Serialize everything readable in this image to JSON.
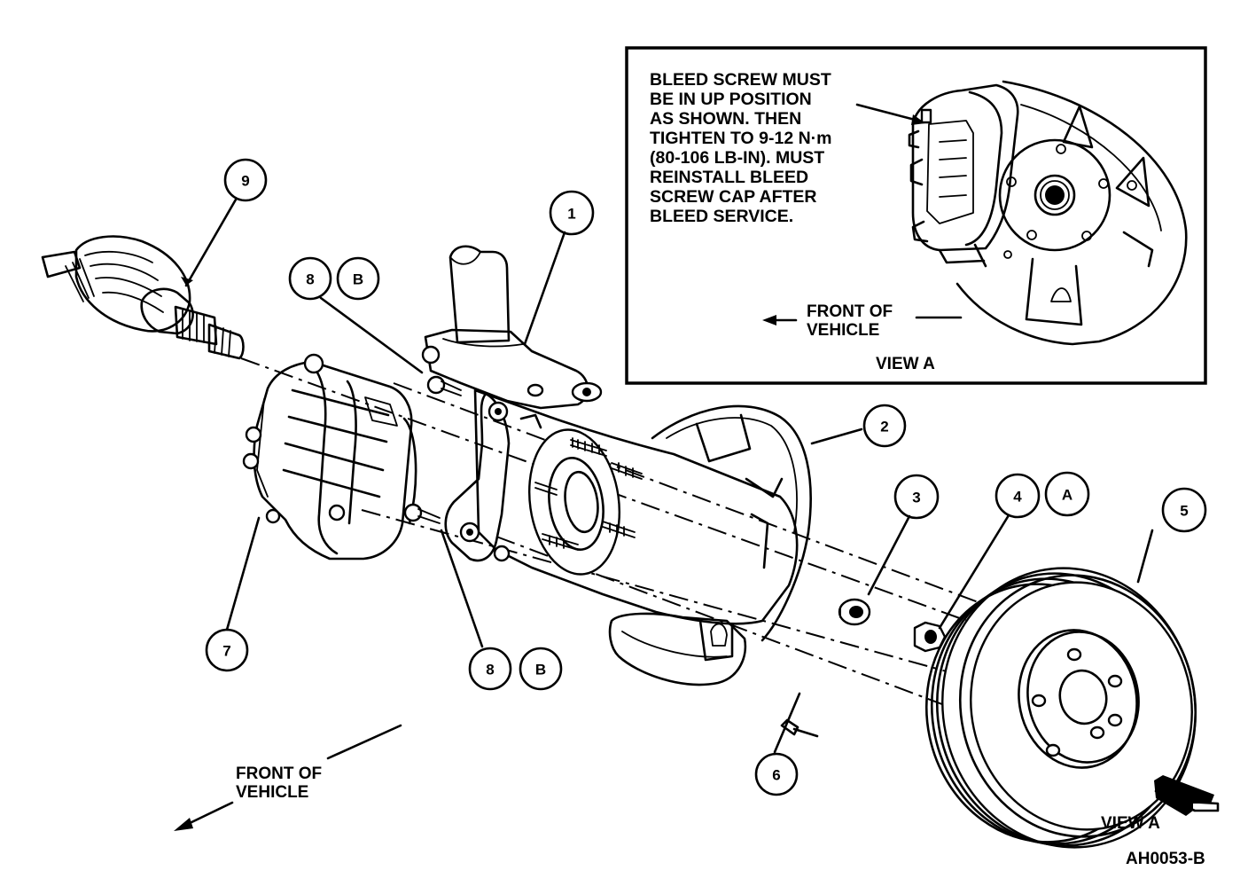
{
  "diagram": {
    "type": "exploded-parts-view",
    "subject": "Front wheel hub, knuckle and disc brake assembly",
    "figure_id": "AH0053-B",
    "front_of_vehicle_label": [
      "FRONT OF",
      "VEHICLE"
    ],
    "view_marker_label": "VIEW A",
    "callouts": [
      {
        "id": "1",
        "type": "part"
      },
      {
        "id": "2",
        "type": "part"
      },
      {
        "id": "3",
        "type": "part"
      },
      {
        "id": "4",
        "type": "part",
        "note_ref": "A"
      },
      {
        "id": "5",
        "type": "part"
      },
      {
        "id": "6",
        "type": "part"
      },
      {
        "id": "7",
        "type": "part"
      },
      {
        "id": "8",
        "type": "part",
        "note_ref": "B",
        "occurrence": "upper"
      },
      {
        "id": "8",
        "type": "part",
        "note_ref": "B",
        "occurrence": "lower"
      },
      {
        "id": "9",
        "type": "part"
      }
    ],
    "note_refs": [
      "A",
      "B"
    ],
    "inset": {
      "title": "VIEW A",
      "instruction_lines": [
        "BLEED SCREW MUST",
        "BE IN UP POSITION",
        "AS SHOWN. THEN",
        "TIGHTEN TO 9-12 N·m",
        "(80-106 LB-IN). MUST",
        "REINSTALL BLEED",
        "SCREW CAP AFTER",
        "BLEED SERVICE."
      ],
      "front_of_vehicle_label": [
        "FRONT OF",
        "VEHICLE"
      ]
    }
  }
}
